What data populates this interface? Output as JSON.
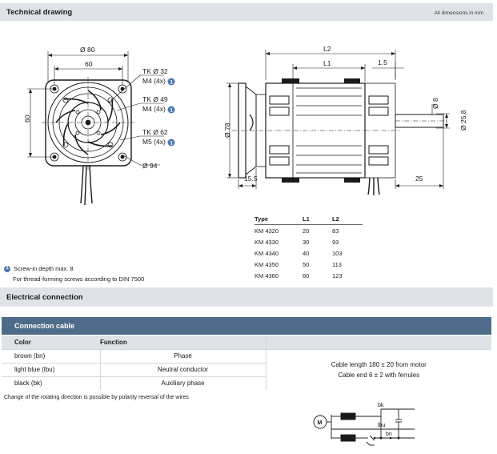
{
  "header": {
    "title": "Technical drawing",
    "note": "All dimensions in mm"
  },
  "drawing": {
    "front_view": {
      "dim_80": "Ø 80",
      "dim_60_top": "60",
      "dim_60_side": "60",
      "dim_94": "Ø 94",
      "tk32": "TK Ø 32",
      "m4_a": "M4 (4x)",
      "tk49": "TK Ø 49",
      "m4_b": "M4 (4x)",
      "tk62": "TK Ø 62",
      "m5": "M5 (4x)"
    },
    "side_view": {
      "l2": "L2",
      "l1": "L1",
      "dim_1_5": "1.5",
      "dim_8": "Ø 8",
      "dim_25_8": "Ø 25.8",
      "dim_78": "Ø 78",
      "dim_15_5": "15.5",
      "dim_25": "25"
    },
    "info_marker": "1"
  },
  "type_table": {
    "headers": [
      "Type",
      "L1",
      "L2"
    ],
    "rows": [
      [
        "KM 4320",
        "20",
        "83"
      ],
      [
        "KM 4330",
        "30",
        "93"
      ],
      [
        "KM 4340",
        "40",
        "103"
      ],
      [
        "KM 4350",
        "50",
        "113"
      ],
      [
        "KM 4360",
        "60",
        "123"
      ]
    ]
  },
  "notes": {
    "marker": "1",
    "screw_in": "Screw-in depth max. 8",
    "thread_forming": "For thread-forming screws according to DIN 7500"
  },
  "electrical": {
    "title": "Electrical connection"
  },
  "connection_cable": {
    "title": "Connection cable",
    "headers": {
      "color": "Color",
      "function": "Function"
    },
    "rows": [
      {
        "color": "brown (bn)",
        "function": "Phase"
      },
      {
        "color": "light blue (lbu)",
        "function": "Neutral conductor"
      },
      {
        "color": "black (bk)",
        "function": "Auxiliary phase"
      }
    ],
    "cable_length": "Cable length 180 ± 20 from motor",
    "cable_end": "Cable end 6 ± 2 with ferrules"
  },
  "rotation_note": "Change of the rotating direction is possible by polarity reversal of the wires",
  "wiring": {
    "motor_label": "M",
    "bk": "bk",
    "lbu": "lbu",
    "bn": "bn"
  },
  "colors": {
    "band_gray": "#dfe3e8",
    "header_blue": "#4e6c8a",
    "info_blue": "#4a7bb7"
  }
}
